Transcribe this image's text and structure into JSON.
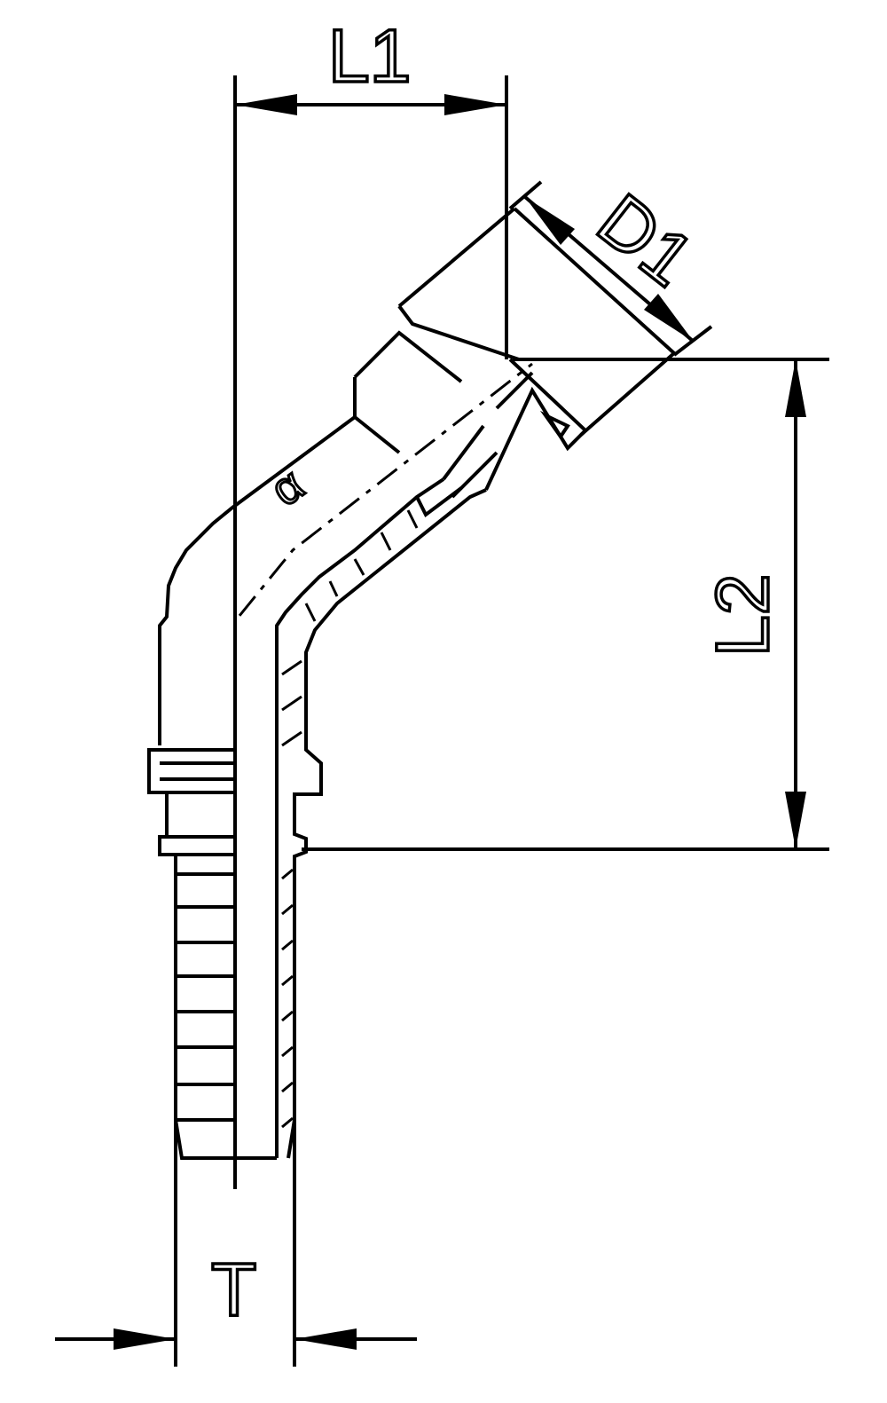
{
  "labels": {
    "l1": "L1",
    "l2": "L2",
    "d1": "D1",
    "t": "T",
    "angle": "α"
  }
}
